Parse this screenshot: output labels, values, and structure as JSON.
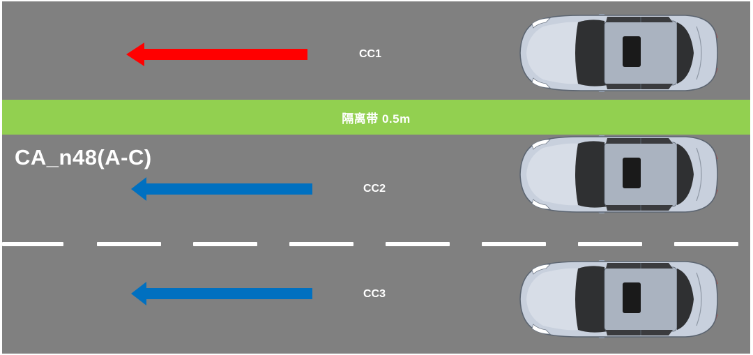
{
  "scenario": {
    "id": "CA_n48(A-C)"
  },
  "median": {
    "label": "隔离带 0.5m",
    "color": "#92d050"
  },
  "road": {
    "surface_color": "#808080"
  },
  "lanes": [
    {
      "label": "CC1",
      "arrow_color": "#ff0000",
      "direction": "left"
    },
    {
      "label": "CC2",
      "arrow_color": "#0070c0",
      "direction": "left"
    },
    {
      "label": "CC3",
      "arrow_color": "#0070c0",
      "direction": "left"
    }
  ],
  "lane_marking": {
    "style": "dashed",
    "color": "#ffffff"
  },
  "vehicles": [
    {
      "type": "sedan-top-view",
      "facing": "left",
      "lane": "CC1"
    },
    {
      "type": "sedan-top-view",
      "facing": "left",
      "lane": "CC2"
    },
    {
      "type": "sedan-top-view",
      "facing": "left",
      "lane": "CC3"
    }
  ]
}
